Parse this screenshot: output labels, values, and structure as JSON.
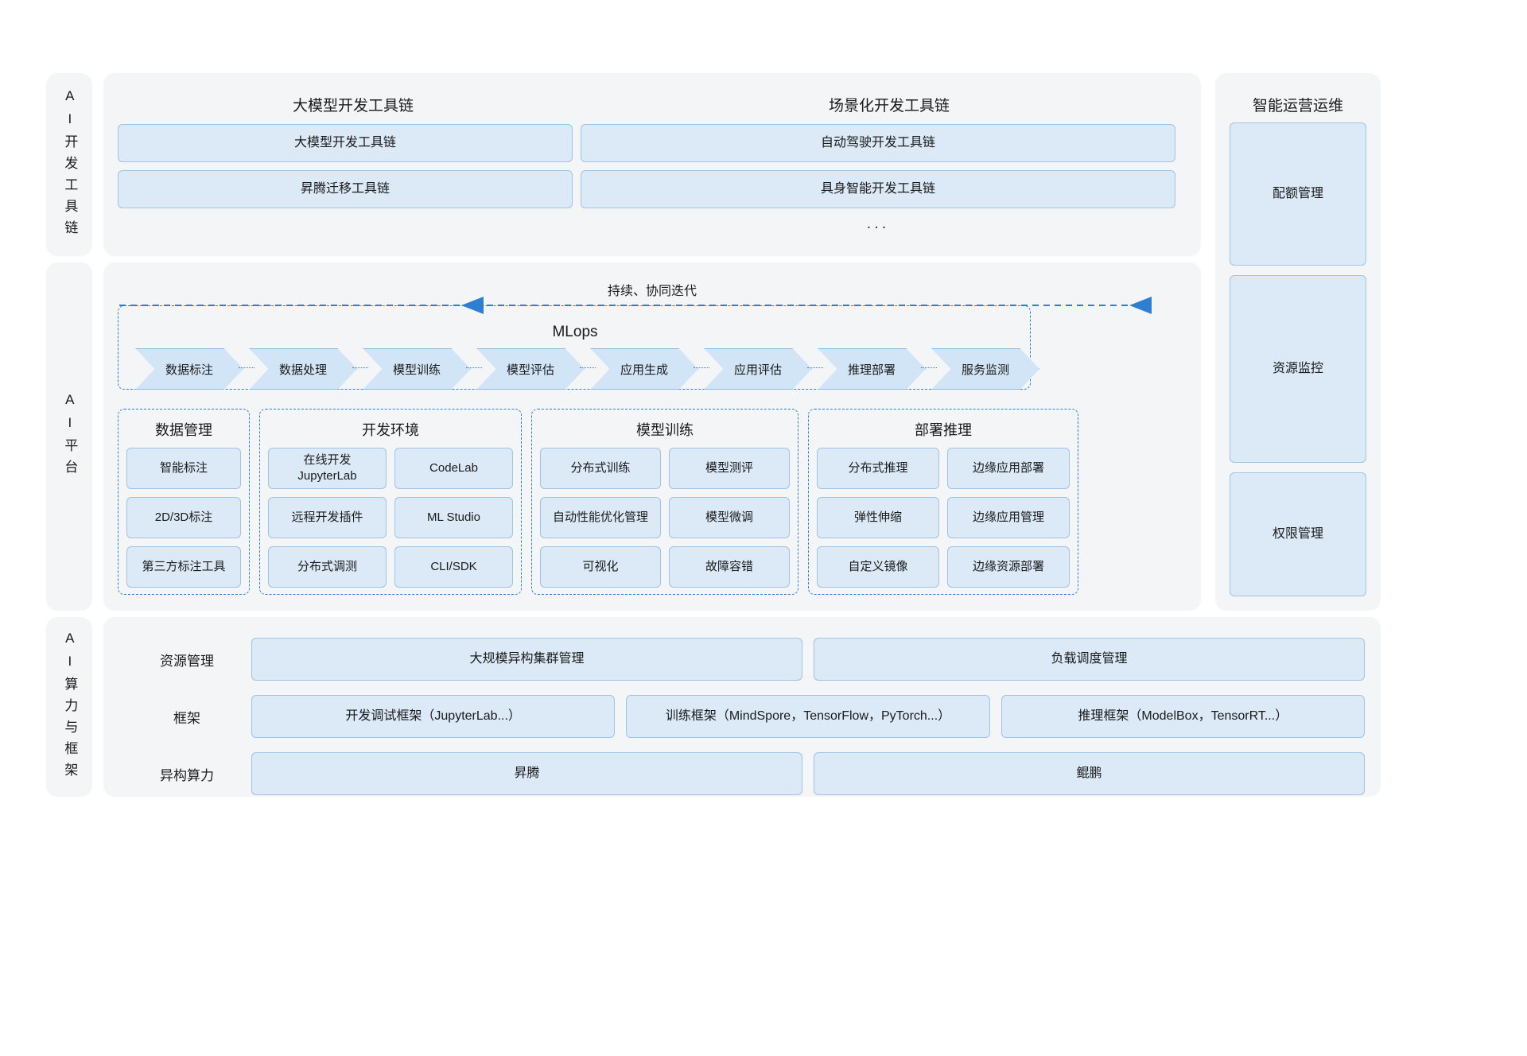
{
  "layers": {
    "toolchain": {
      "rail_label": "AI开发工具链",
      "groups": [
        {
          "title": "大模型开发工具链",
          "items": [
            "大模型开发工具链",
            "昇腾迁移工具链"
          ]
        },
        {
          "title": "场景化开发工具链",
          "items": [
            "自动驾驶开发工具链",
            "具身智能开发工具链"
          ],
          "more": "..."
        }
      ]
    },
    "platform": {
      "rail_label": "AI平台",
      "iteration_label": "持续、协同迭代",
      "mlops_title": "MLops",
      "pipeline": [
        "数据标注",
        "数据处理",
        "模型训练",
        "模型评估",
        "应用生成",
        "应用评估",
        "推理部署",
        "服务监测"
      ],
      "groups": [
        {
          "title": "数据管理",
          "items": [
            "智能标注",
            "2D/3D标注",
            "第三方标注工具"
          ]
        },
        {
          "title": "开发环境",
          "items": [
            "在线开发 JupyterLab",
            "CodeLab",
            "远程开发插件",
            "ML Studio",
            "分布式调测",
            "CLI/SDK"
          ]
        },
        {
          "title": "模型训练",
          "items": [
            "分布式训练",
            "模型测评",
            "自动性能优化管理",
            "模型微调",
            "可视化",
            "故障容错"
          ]
        },
        {
          "title": "部署推理",
          "items": [
            "分布式推理",
            "边缘应用部署",
            "弹性伸缩",
            "边缘应用管理",
            "自定义镜像",
            "边缘资源部署"
          ]
        }
      ]
    },
    "ops": {
      "title": "智能运营运维",
      "items": [
        "配额管理",
        "资源监控",
        "权限管理"
      ]
    },
    "compute": {
      "rail_label": "AI算力与框架",
      "rows": [
        {
          "label": "资源管理",
          "items": [
            "大规模异构集群管理",
            "负载调度管理"
          ]
        },
        {
          "label": "框架",
          "items": [
            "开发调试框架（JupyterLab...）",
            "训练框架（MindSpore，TensorFlow，PyTorch...）",
            "推理框架（ModelBox，TensorRT...）"
          ]
        },
        {
          "label": "异构算力",
          "items": [
            "昇腾",
            "鲲鹏"
          ]
        }
      ]
    }
  },
  "colors": {
    "panel_bg": "#f4f5f7",
    "chip_bg": "#dce9f7",
    "chip_border": "#9dc3e6",
    "dashed_blue": "#2e7fd4",
    "chevron_bg": "#d2e5f7",
    "text": "#1a1a1a"
  }
}
